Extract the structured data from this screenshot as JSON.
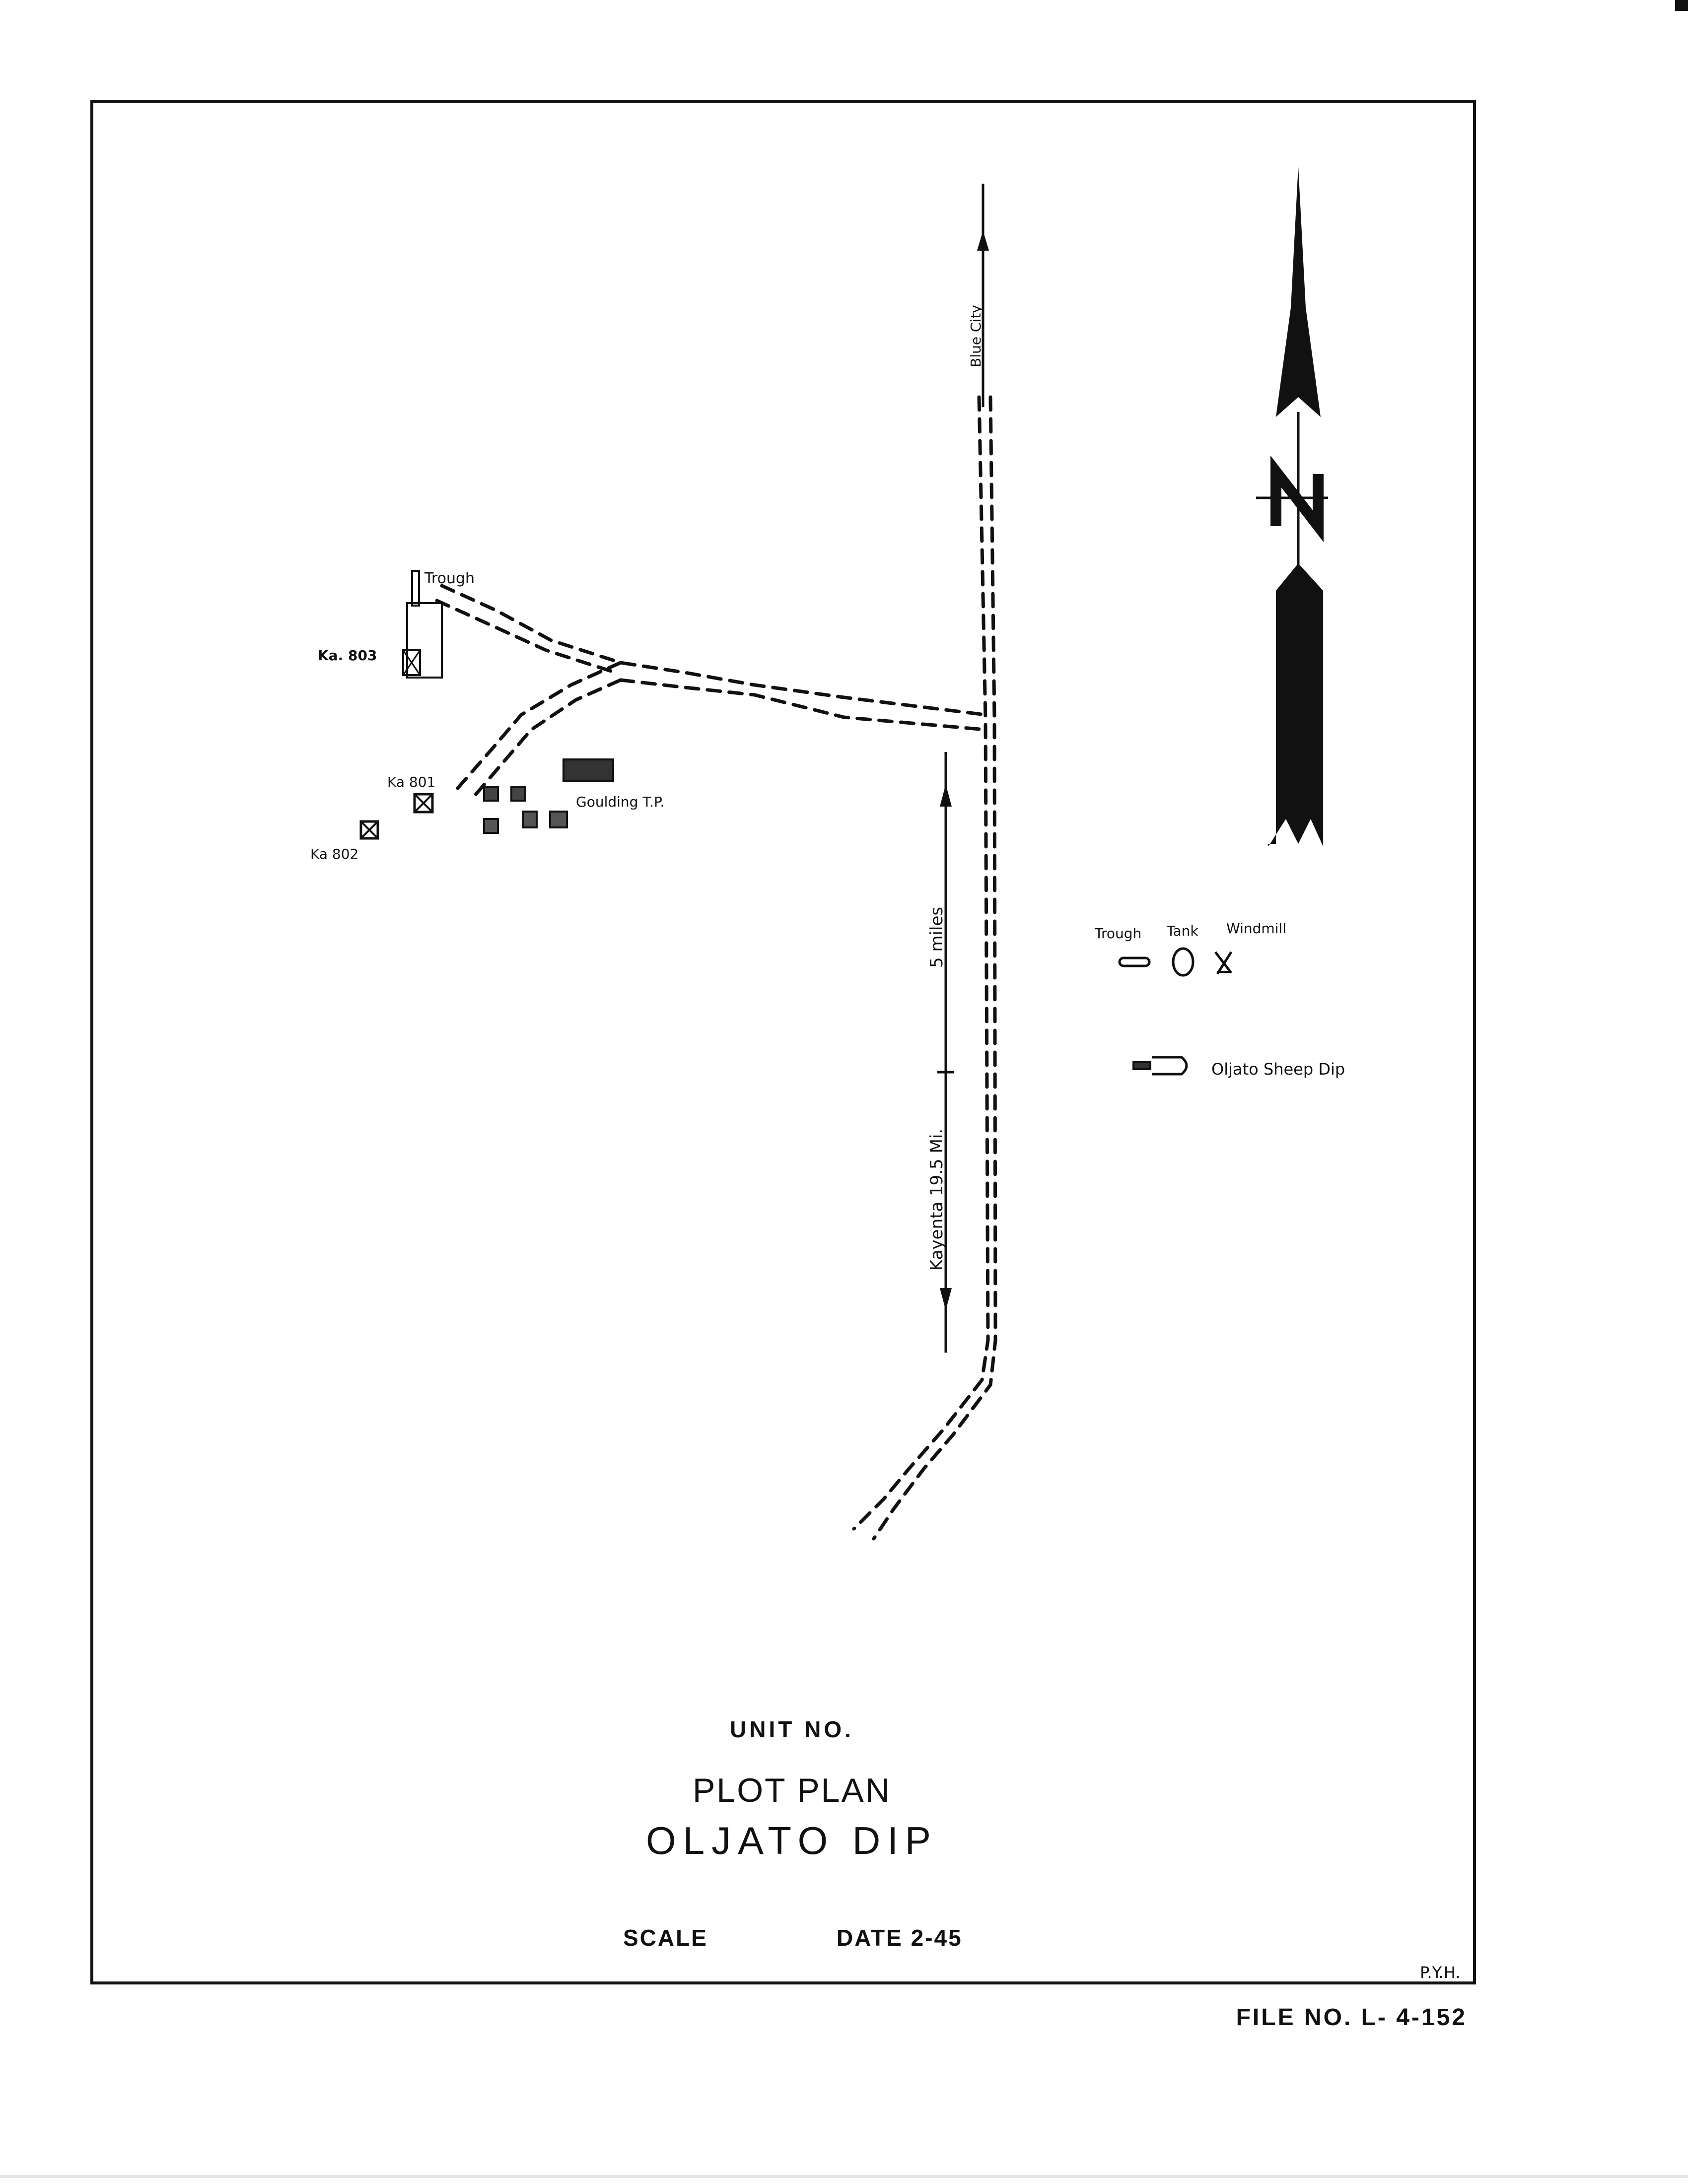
{
  "title_block": {
    "unit_label": "UNIT NO.",
    "title": "PLOT PLAN",
    "subtitle": "OLJATO DIP",
    "scale_label": "SCALE",
    "date_label": "DATE 2-45",
    "initials": "P.Y.H.",
    "file_no": "FILE NO. L- 4-152"
  },
  "map": {
    "labels": {
      "trough": "Trough",
      "well_803": "Ka. 803",
      "well_801": "Ka 801",
      "well_802": "Ka 802",
      "trading_post": "Goulding T.P.",
      "blue_city": "Blue City",
      "five_miles": "5 miles",
      "kayenta": "Kayenta 19.5 Mi."
    },
    "legend": {
      "trough": "Trough",
      "tank": "Tank",
      "windmill": "Windmill",
      "sheep_dip": "Oljato Sheep Dip"
    }
  }
}
